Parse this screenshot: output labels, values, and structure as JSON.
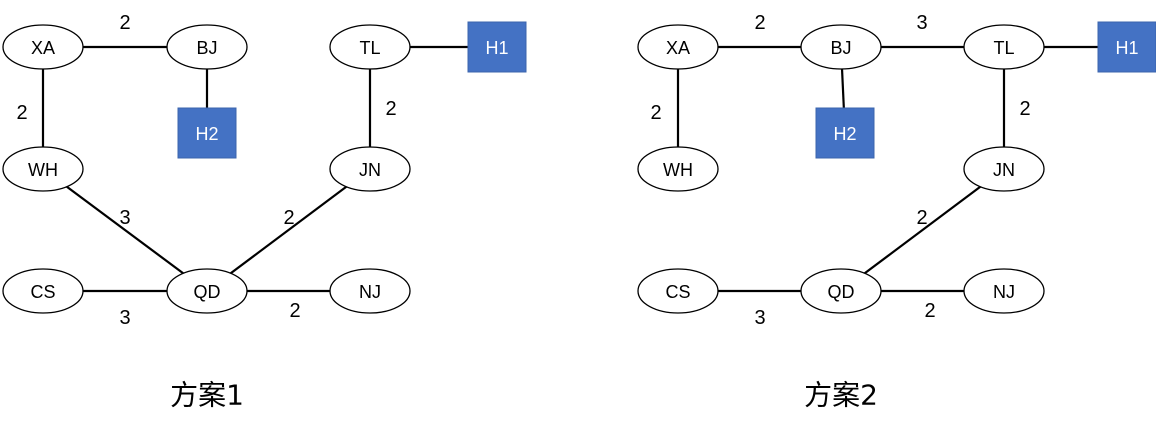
{
  "schemes": [
    {
      "caption": "方案1",
      "nodes": [
        {
          "id": "XA",
          "label": "XA",
          "shape": "ellipse"
        },
        {
          "id": "BJ",
          "label": "BJ",
          "shape": "ellipse"
        },
        {
          "id": "TL",
          "label": "TL",
          "shape": "ellipse"
        },
        {
          "id": "H1",
          "label": "H1",
          "shape": "host"
        },
        {
          "id": "H2",
          "label": "H2",
          "shape": "host"
        },
        {
          "id": "WH",
          "label": "WH",
          "shape": "ellipse"
        },
        {
          "id": "JN",
          "label": "JN",
          "shape": "ellipse"
        },
        {
          "id": "CS",
          "label": "CS",
          "shape": "ellipse"
        },
        {
          "id": "QD",
          "label": "QD",
          "shape": "ellipse"
        },
        {
          "id": "NJ",
          "label": "NJ",
          "shape": "ellipse"
        }
      ],
      "edges": [
        {
          "from": "XA",
          "to": "BJ",
          "weight": "2"
        },
        {
          "from": "BJ",
          "to": "H2",
          "weight": ""
        },
        {
          "from": "TL",
          "to": "H1",
          "weight": ""
        },
        {
          "from": "XA",
          "to": "WH",
          "weight": "2"
        },
        {
          "from": "TL",
          "to": "JN",
          "weight": "2"
        },
        {
          "from": "WH",
          "to": "QD",
          "weight": "3"
        },
        {
          "from": "JN",
          "to": "QD",
          "weight": "2"
        },
        {
          "from": "CS",
          "to": "QD",
          "weight": "3"
        },
        {
          "from": "QD",
          "to": "NJ",
          "weight": "2"
        }
      ]
    },
    {
      "caption": "方案2",
      "nodes": [
        {
          "id": "XA",
          "label": "XA",
          "shape": "ellipse"
        },
        {
          "id": "BJ",
          "label": "BJ",
          "shape": "ellipse"
        },
        {
          "id": "TL",
          "label": "TL",
          "shape": "ellipse"
        },
        {
          "id": "H1",
          "label": "H1",
          "shape": "host"
        },
        {
          "id": "H2",
          "label": "H2",
          "shape": "host"
        },
        {
          "id": "WH",
          "label": "WH",
          "shape": "ellipse"
        },
        {
          "id": "JN",
          "label": "JN",
          "shape": "ellipse"
        },
        {
          "id": "CS",
          "label": "CS",
          "shape": "ellipse"
        },
        {
          "id": "QD",
          "label": "QD",
          "shape": "ellipse"
        },
        {
          "id": "NJ",
          "label": "NJ",
          "shape": "ellipse"
        }
      ],
      "edges": [
        {
          "from": "XA",
          "to": "BJ",
          "weight": "2"
        },
        {
          "from": "BJ",
          "to": "TL",
          "weight": "3"
        },
        {
          "from": "TL",
          "to": "H1",
          "weight": ""
        },
        {
          "from": "BJ",
          "to": "H2",
          "weight": ""
        },
        {
          "from": "XA",
          "to": "WH",
          "weight": "2"
        },
        {
          "from": "TL",
          "to": "JN",
          "weight": "2"
        },
        {
          "from": "JN",
          "to": "QD",
          "weight": "2"
        },
        {
          "from": "CS",
          "to": "QD",
          "weight": "3"
        },
        {
          "from": "QD",
          "to": "NJ",
          "weight": "2"
        }
      ]
    }
  ]
}
